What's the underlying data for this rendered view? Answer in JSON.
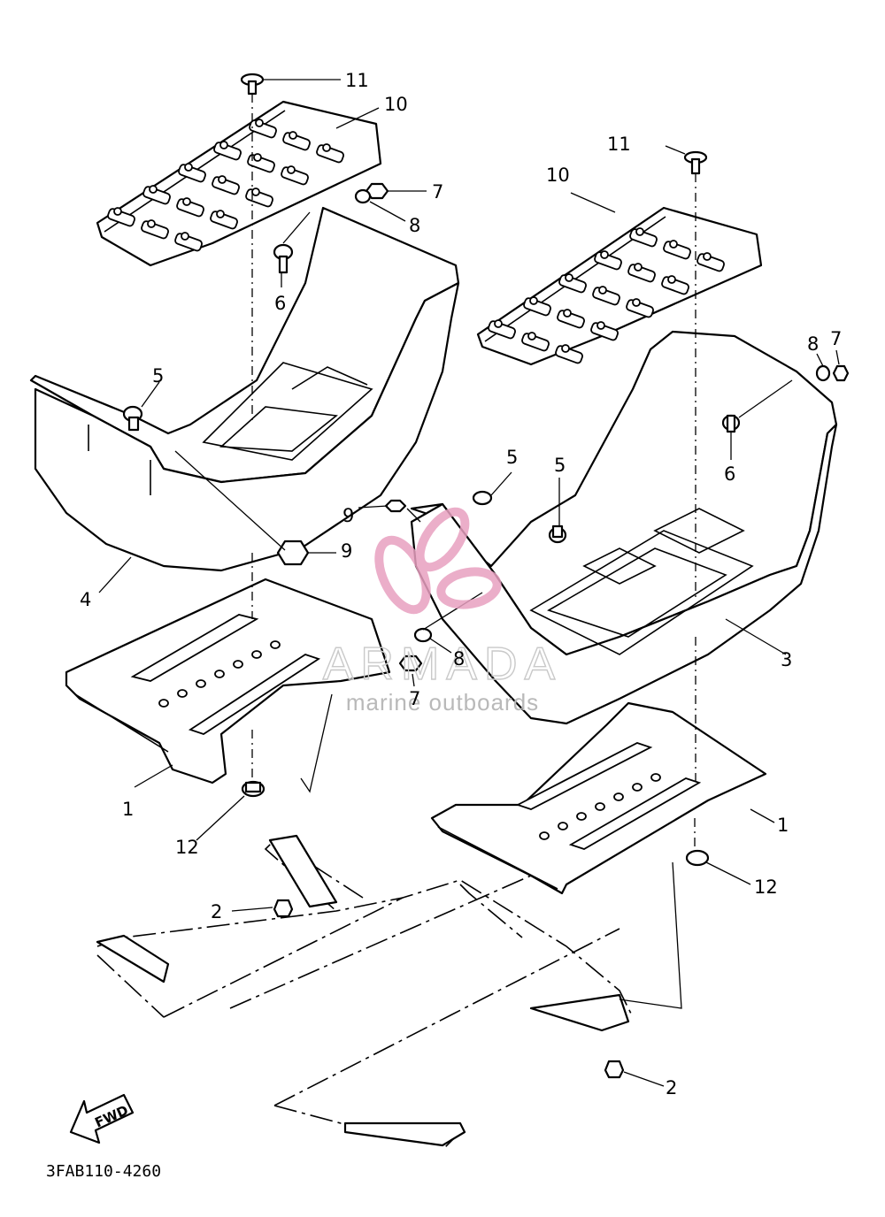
{
  "diagram_code": "3FAB110-4260",
  "watermark": {
    "brand": "ARMADA",
    "tagline": "marine outboards",
    "accent_color": "#e8a0c0"
  },
  "fwd_arrow": {
    "label": "FWD"
  },
  "callouts": {
    "c11_left": "11",
    "c10_left": "10",
    "c7_left": "7",
    "c8_left": "8",
    "c6_left": "6",
    "c5_left": "5",
    "c4": "4",
    "c9_a": "9",
    "c9_b": "9",
    "c11_right": "11",
    "c10_right": "10",
    "c8_right": "8",
    "c7_right": "7",
    "c6_right": "6",
    "c5_mid": "5",
    "c5_right": "5",
    "c3": "3",
    "c8_mid": "8",
    "c7_mid": "7",
    "c1_left": "1",
    "c1_right": "1",
    "c12_left": "12",
    "c12_right": "12",
    "c2_left": "2",
    "c2_right": "2"
  }
}
